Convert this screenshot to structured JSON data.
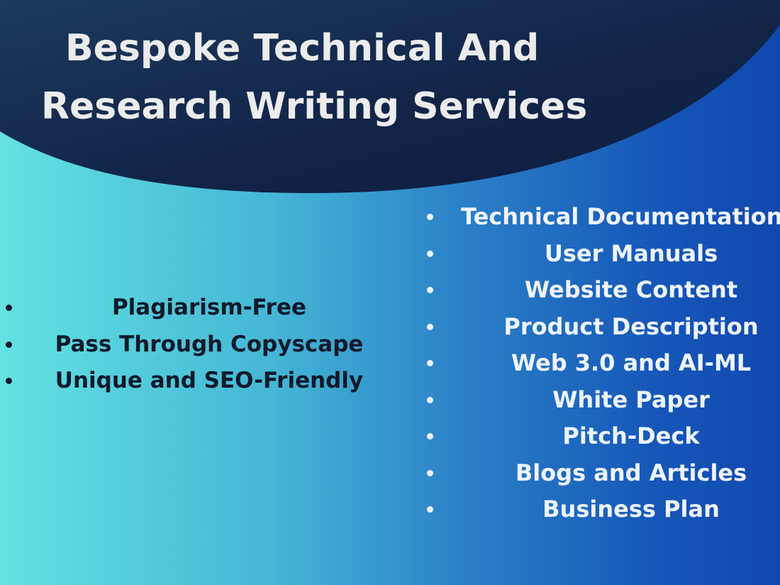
{
  "title": {
    "line1": "Bespoke Technical And",
    "line2": "Research Writing Services"
  },
  "colors": {
    "dark_shape": "#13264a",
    "gradient_left": "#62e2e0",
    "gradient_right": "#1148ae",
    "title_text": "#ececec",
    "left_text": "#0e1a2a",
    "right_text": "#eef4ff"
  },
  "left_features": [
    "Plagiarism-Free",
    "Pass Through Copyscape",
    "Unique and SEO-Friendly"
  ],
  "right_services": [
    "Technical Documentation",
    "User Manuals",
    "Website Content",
    "Product Description",
    "Web 3.0 and AI-ML",
    "White Paper",
    "Pitch-Deck",
    "Blogs and Articles",
    "Business Plan"
  ]
}
